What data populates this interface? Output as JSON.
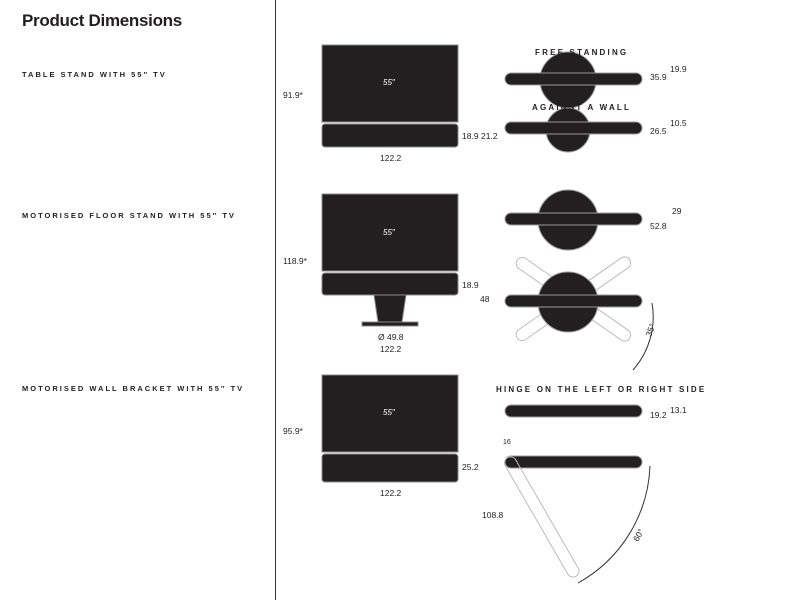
{
  "title": "Product Dimensions",
  "sections": [
    {
      "label": "TABLE STAND WITH 55″ TV",
      "screen": "55″",
      "height": "91.9*",
      "width": "122.2",
      "dims": [
        "18.9",
        "21.2"
      ],
      "views": {
        "cap1": "FREE STANDING",
        "d1a": "35.9",
        "d1b": "19.9",
        "cap2": "AGAINST A WALL",
        "d2a": "26.5",
        "d2b": "10.5"
      }
    },
    {
      "label": "MOTORISED FLOOR STAND WITH 55″ TV",
      "screen": "55″",
      "height": "118.9*",
      "width": "122.2",
      "dims": [
        "18.9",
        "48"
      ],
      "base": "Ø 49.8",
      "views": {
        "d1a": "52.8",
        "d1b": "29",
        "angle": "35°"
      }
    },
    {
      "label": "MOTORISED WALL BRACKET WITH 55″ TV",
      "screen": "55″",
      "height": "95.9*",
      "width": "122.2",
      "dims": [
        "25.2"
      ],
      "views": {
        "cap1": "HINGE ON THE LEFT OR RIGHT SIDE",
        "d1a": "19.2",
        "d1b": "13.1",
        "offset": "16",
        "length": "108.8",
        "angle": "60°"
      }
    }
  ]
}
